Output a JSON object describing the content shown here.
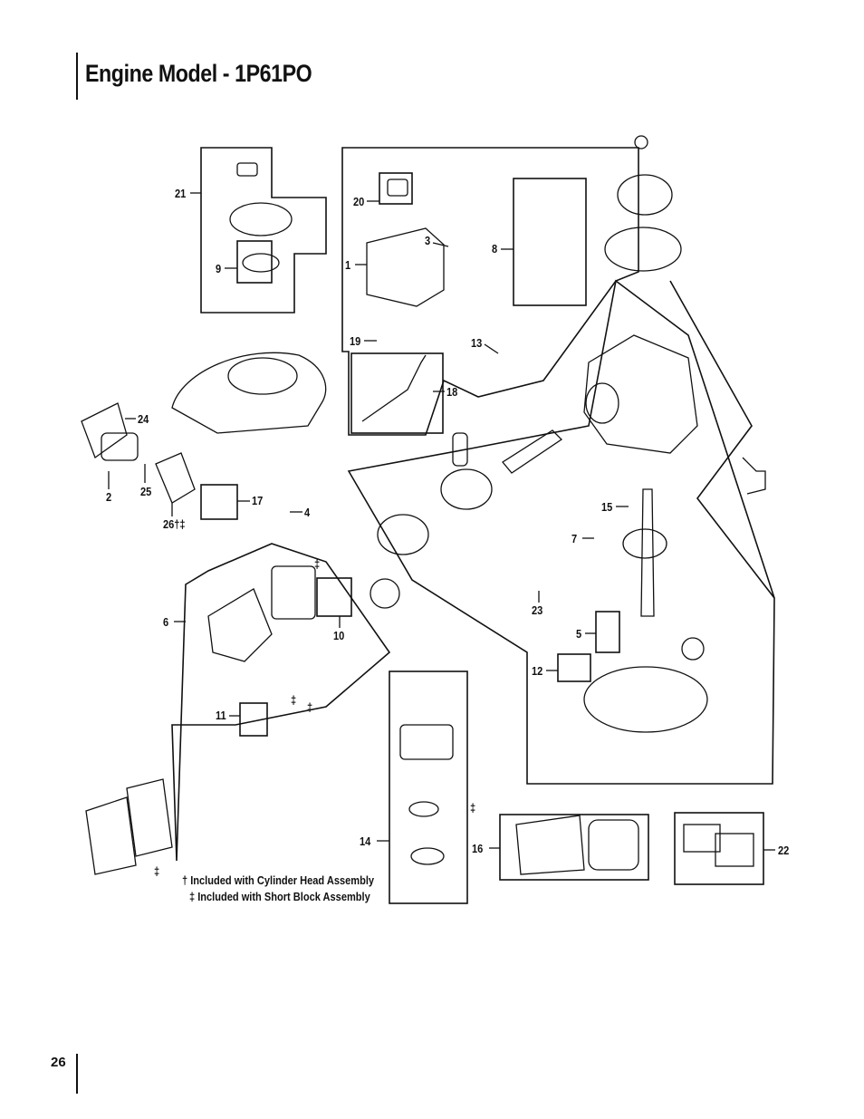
{
  "page": {
    "title": "Engine Model - 1P61PO",
    "page_number": "26"
  },
  "callouts": {
    "c1": "1",
    "c2": "2",
    "c3": "3",
    "c4": "4",
    "c5": "5",
    "c6": "6",
    "c7": "7",
    "c8": "8",
    "c9": "9",
    "c10": "10",
    "c11": "11",
    "c12": "12",
    "c13": "13",
    "c14": "14",
    "c15": "15",
    "c16": "16",
    "c17": "17",
    "c18": "18",
    "c19": "19",
    "c20": "20",
    "c21": "21",
    "c22": "22",
    "c23": "23",
    "c24": "24",
    "c25": "25",
    "c26": "26†‡"
  },
  "markers": {
    "short_block": "‡"
  },
  "legend": {
    "note1": "† Included with Cylinder Head Assembly",
    "note2": "‡ Included with Short Block Assembly"
  }
}
